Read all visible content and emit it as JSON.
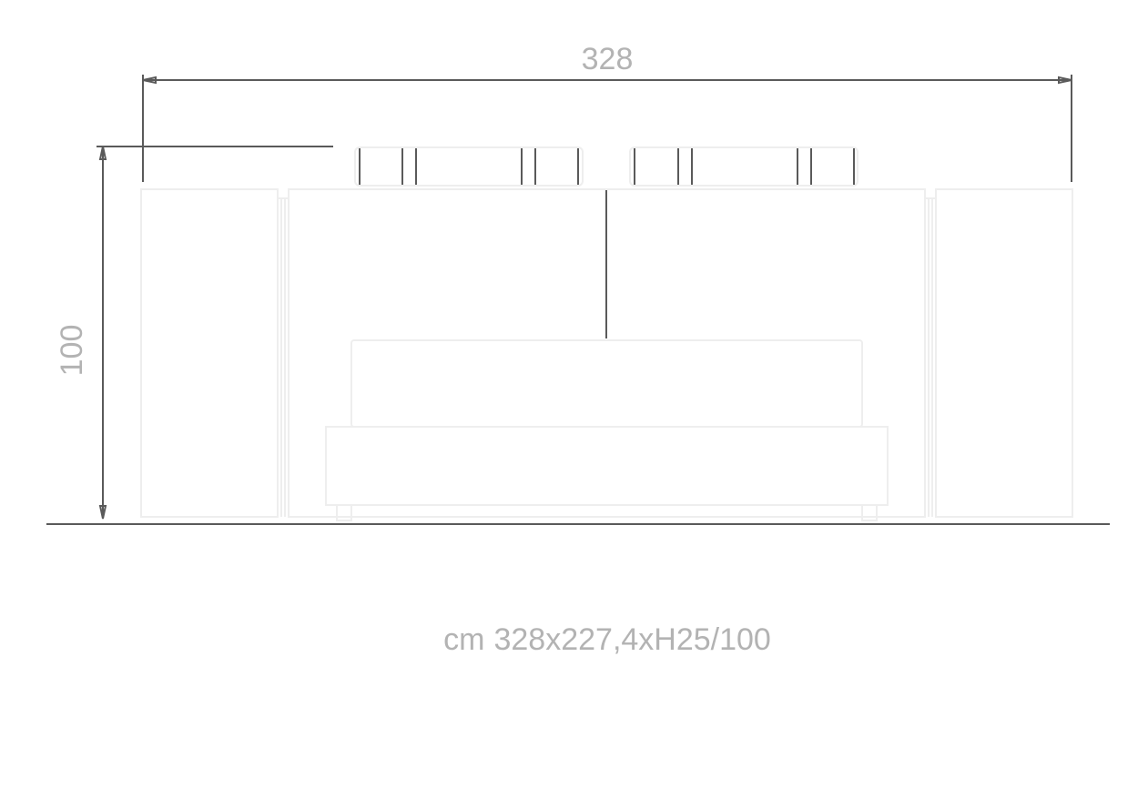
{
  "dimensions": {
    "width_label": "328",
    "height_label": "100"
  },
  "caption": {
    "unit": "cm",
    "size": "328x227,4xH25/100"
  },
  "colors": {
    "line": "#5a5a5a",
    "outline": "#eeeeee",
    "text": "#b3b3b3"
  }
}
